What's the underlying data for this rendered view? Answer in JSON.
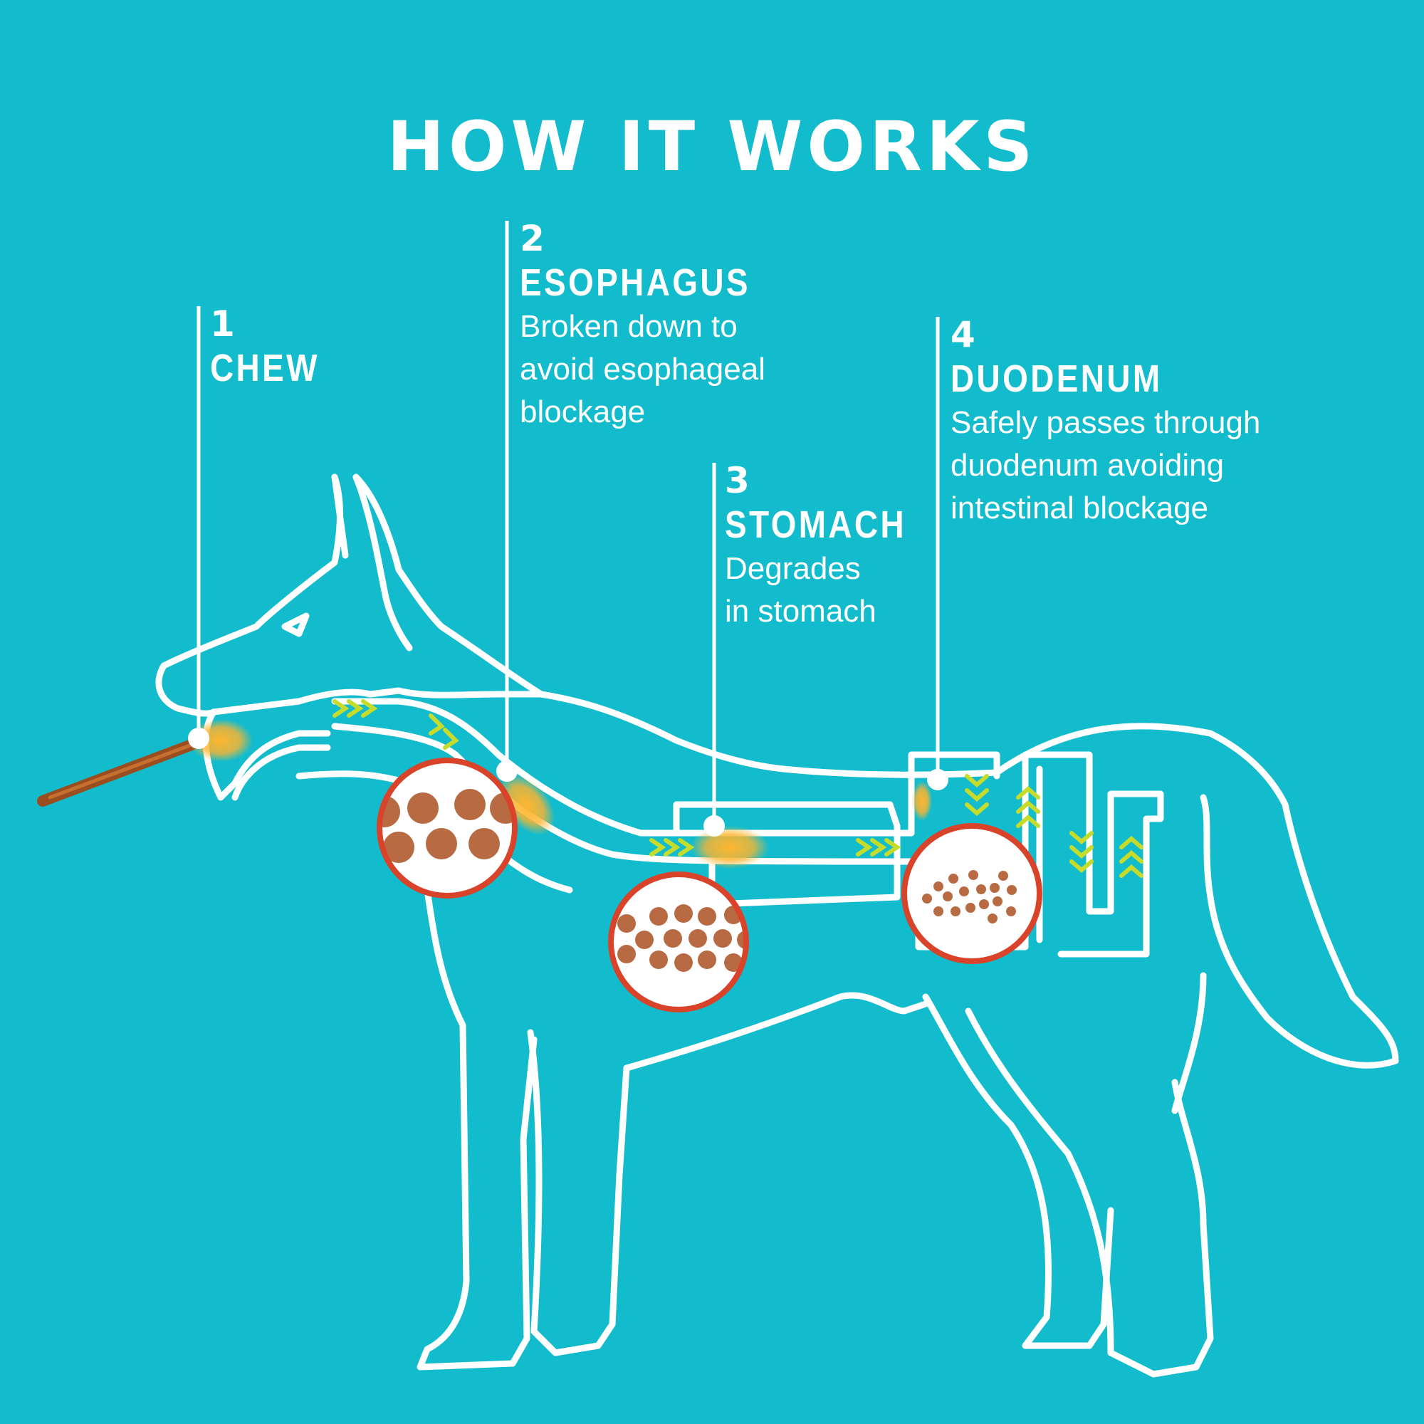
{
  "title": "HOW IT WORKS",
  "colors": {
    "background": "#13bccc",
    "outline": "#ffffff",
    "circle_border": "#d9432a",
    "particle": "#b86a42",
    "arrow": "#c7dc2a",
    "glow": "#ffb52e",
    "stick": "#9a4e1f"
  },
  "steps": [
    {
      "number": "1",
      "heading": "CHEW",
      "description": ""
    },
    {
      "number": "2",
      "heading": "ESOPHAGUS",
      "description": "Broken down to\navoid esophageal\nblockage"
    },
    {
      "number": "3",
      "heading": "STOMACH",
      "description": "Degrades\nin stomach"
    },
    {
      "number": "4",
      "heading": "DUODENUM",
      "description": "Safely passes through\nduodenum avoiding\nintestinal blockage"
    }
  ],
  "magnifiers": [
    {
      "stage": "esophagus",
      "particle_size": "large"
    },
    {
      "stage": "stomach",
      "particle_size": "medium"
    },
    {
      "stage": "duodenum",
      "particle_size": "small"
    }
  ],
  "icons": {
    "flow_arrow": "chevron-right-icon",
    "chew_stick": "chew-stick-icon",
    "callout_marker": "dot-marker-icon"
  }
}
